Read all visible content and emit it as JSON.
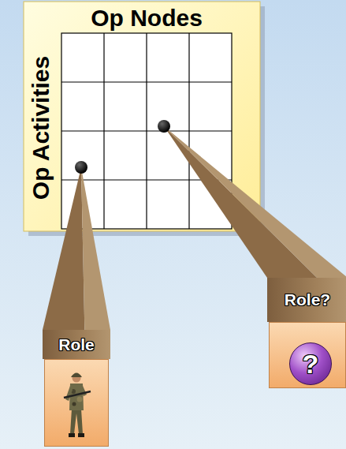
{
  "diagram": {
    "nodes": [
      {
        "text": [
          "Op Nodes",
          "Op Activities"
        ]
      },
      {
        "text": [
          "Role"
        ]
      },
      {
        "text": [
          "Role?"
        ]
      },
      {
        "text": [
          "?"
        ],
        "in": 2
      }
    ],
    "edges": [
      {
        "from": 0,
        "to": 1,
        "arrow": "none"
      },
      {
        "from": 0,
        "to": 2,
        "arrow": "none"
      }
    ]
  }
}
